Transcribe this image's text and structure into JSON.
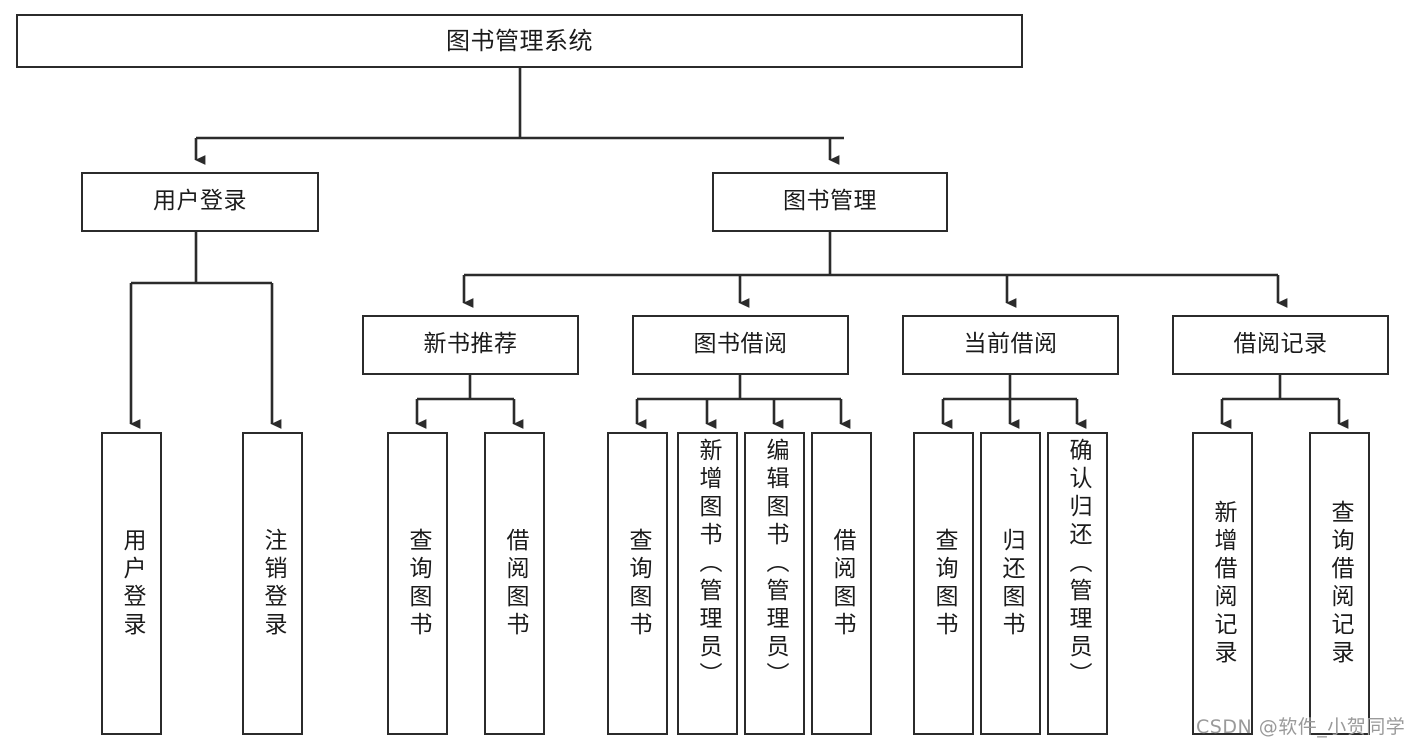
{
  "diagram": {
    "type": "tree-hierarchy",
    "title": "图书管理系统",
    "colors": {
      "stroke": "#2b2b2b",
      "fill": "#ffffff",
      "text": "#1b1b1b",
      "watermark": "#9a9a9a"
    },
    "root": {
      "label": "图书管理系统"
    },
    "level1": [
      {
        "label": "用户登录"
      },
      {
        "label": "图书管理"
      }
    ],
    "level2": [
      {
        "label": "新书推荐"
      },
      {
        "label": "图书借阅"
      },
      {
        "label": "当前借阅"
      },
      {
        "label": "借阅记录"
      }
    ],
    "leaves": {
      "user_login": [
        {
          "label": "用户登录"
        },
        {
          "label": "注销登录"
        }
      ],
      "new_book": [
        {
          "label": "查询图书"
        },
        {
          "label": "借阅图书"
        }
      ],
      "book_borrow": [
        {
          "label": "查询图书"
        },
        {
          "label": "新增图书（管理员）"
        },
        {
          "label": "编辑图书（管理员）"
        },
        {
          "label": "借阅图书"
        }
      ],
      "current_borrow": [
        {
          "label": "查询图书"
        },
        {
          "label": "归还图书"
        },
        {
          "label": "确认归还（管理员）"
        }
      ],
      "borrow_record": [
        {
          "label": "新增借阅记录"
        },
        {
          "label": "查询借阅记录"
        }
      ]
    },
    "watermark": "CSDN @软件_小贺同学"
  }
}
